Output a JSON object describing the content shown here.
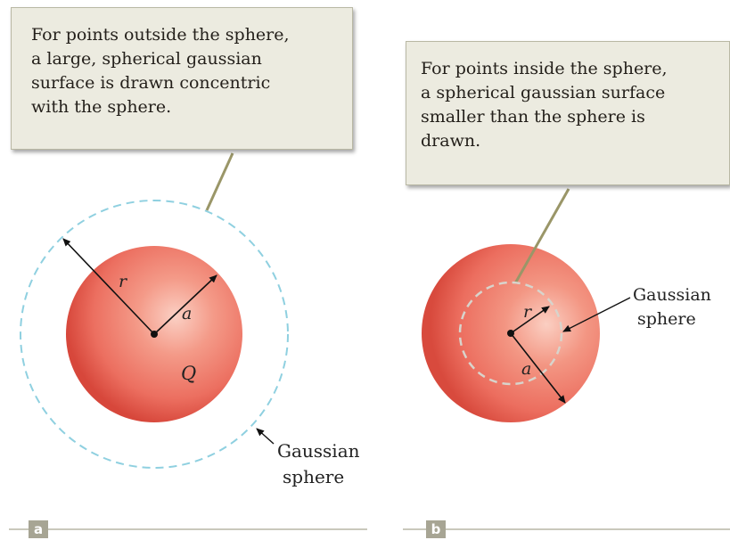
{
  "panels": [
    {
      "letter": "a",
      "callout": {
        "lines": [
          "For points outside the sphere,",
          "a large, spherical gaussian",
          "surface is drawn concentric",
          "with the sphere."
        ]
      },
      "labels": {
        "r": "r",
        "a": "a",
        "charge": "Q",
        "gaussian_line1": "Gaussian",
        "gaussian_line2": "sphere"
      }
    },
    {
      "letter": "b",
      "callout": {
        "lines": [
          "For points inside the sphere,",
          "a spherical gaussian surface",
          "smaller than the sphere is",
          "drawn."
        ]
      },
      "labels": {
        "r": "r",
        "a": "a",
        "gaussian_line1": "Gaussian",
        "gaussian_line2": "sphere"
      }
    }
  ],
  "colors": {
    "sphere_highlight": "#fbd0c4",
    "sphere_mid": "#f17a6a",
    "sphere_edge": "#d7473b",
    "gaussian_outer": "#8fd0e0",
    "gaussian_inner": "#d8d4cc",
    "callout_bg": "#ecebe0",
    "pointer": "#9a9668",
    "axis_line": "#c9c8bc"
  }
}
